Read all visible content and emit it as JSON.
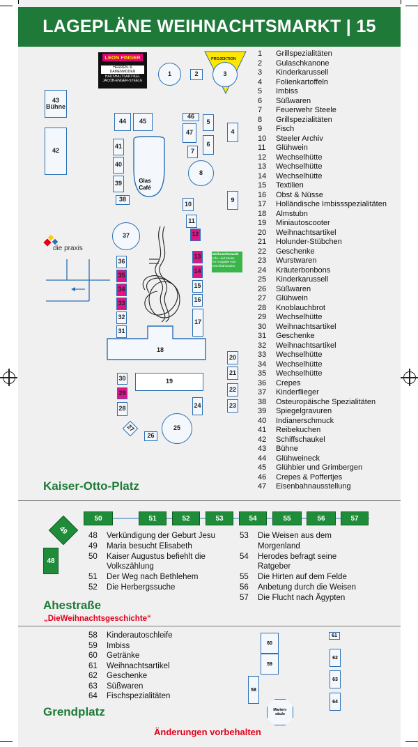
{
  "header": {
    "title": "LAGEPLÄNE WEIHNACHTSMARKT | 15"
  },
  "map": {
    "leon_finger": {
      "title": "LEON FINGER",
      "lines": [
        "HERREN- & DAMENMODEN",
        "HAUSHALTSARTIKEL",
        "JACOB-ENGER-STEELE"
      ]
    },
    "projektion": "PROJEKTION",
    "buehne": "Bühne",
    "glas_cafe": "Glas Café",
    "praxis": "die praxis",
    "info_box": {
      "title": "Weihnachtsmarkt",
      "lines": [
        "Info- und Kasse",
        "für Ausgabe vom",
        "Eisenbahntrains"
      ]
    },
    "place_title": "Kaiser-Otto-Platz",
    "stalls": [
      "1",
      "2",
      "3",
      "4",
      "5",
      "6",
      "7",
      "8",
      "9",
      "10",
      "11",
      "12",
      "13",
      "14",
      "15",
      "16",
      "17",
      "18",
      "19",
      "20",
      "21",
      "22",
      "23",
      "24",
      "25",
      "26",
      "27",
      "28",
      "29",
      "30",
      "31",
      "32",
      "33",
      "34",
      "35",
      "36",
      "37",
      "38",
      "39",
      "40",
      "41",
      "42",
      "43",
      "44",
      "45",
      "46",
      "47"
    ]
  },
  "legend_kaiser": [
    {
      "n": "1",
      "t": "Grillspezialitäten"
    },
    {
      "n": "2",
      "t": "Gulaschkanone"
    },
    {
      "n": "3",
      "t": "Kinderkarussell"
    },
    {
      "n": "4",
      "t": "Folienkartoffeln"
    },
    {
      "n": "5",
      "t": "Imbiss"
    },
    {
      "n": "6",
      "t": "Süßwaren"
    },
    {
      "n": "7",
      "t": "Feuerwehr Steele"
    },
    {
      "n": "8",
      "t": "Grillspezialitäten"
    },
    {
      "n": "9",
      "t": "Fisch"
    },
    {
      "n": "10",
      "t": "Steeler Archiv"
    },
    {
      "n": "11",
      "t": "Glühwein"
    },
    {
      "n": "12",
      "t": "Wechselhütte"
    },
    {
      "n": "13",
      "t": "Wechselhütte"
    },
    {
      "n": "14",
      "t": "Wechselhütte"
    },
    {
      "n": "15",
      "t": "Textilien"
    },
    {
      "n": "16",
      "t": "Obst & Nüsse"
    },
    {
      "n": "17",
      "t": "Holländische Imbissspezialitäten"
    },
    {
      "n": "18",
      "t": "Almstubn"
    },
    {
      "n": "19",
      "t": "Miniautoscooter"
    },
    {
      "n": "20",
      "t": "Weihnachtsartikel"
    },
    {
      "n": "21",
      "t": "Holunder-Stübchen"
    },
    {
      "n": "22",
      "t": "Geschenke"
    },
    {
      "n": "23",
      "t": "Wurstwaren"
    },
    {
      "n": "24",
      "t": "Kräuterbonbons"
    },
    {
      "n": "25",
      "t": "Kinderkarussell"
    },
    {
      "n": "26",
      "t": "Süßwaren"
    },
    {
      "n": "27",
      "t": "Glühwein"
    },
    {
      "n": "28",
      "t": "Knoblauchbrot"
    },
    {
      "n": "29",
      "t": "Wechselhütte"
    },
    {
      "n": "30",
      "t": "Weihnachtsartikel"
    },
    {
      "n": "31",
      "t": "Geschenke"
    },
    {
      "n": "32",
      "t": "Weihnachtsartikel"
    },
    {
      "n": "33",
      "t": "Wechselhütte"
    },
    {
      "n": "34",
      "t": "Wechselhütte"
    },
    {
      "n": "35",
      "t": "Wechselhütte"
    },
    {
      "n": "36",
      "t": "Crepes"
    },
    {
      "n": "37",
      "t": "Kinderflieger"
    },
    {
      "n": "38",
      "t": "Osteuropäische Spezialitäten"
    },
    {
      "n": "39",
      "t": "Spiegelgravuren"
    },
    {
      "n": "40",
      "t": "Indianerschmuck"
    },
    {
      "n": "41",
      "t": "Reibekuchen"
    },
    {
      "n": "42",
      "t": "Schiffschaukel"
    },
    {
      "n": "43",
      "t": "Bühne"
    },
    {
      "n": "44",
      "t": "Glühweineck"
    },
    {
      "n": "45",
      "t": "Glühbier und Grimbergen"
    },
    {
      "n": "46",
      "t": "Crepes & Poffertjes"
    },
    {
      "n": "47",
      "t": "Eisenbahnausstellung"
    }
  ],
  "ahe": {
    "boxes": [
      "48",
      "49",
      "50",
      "51",
      "52",
      "53",
      "54",
      "55",
      "56",
      "57"
    ],
    "legend_left": [
      {
        "n": "48",
        "t": "Verkündigung der Geburt Jesu"
      },
      {
        "n": "49",
        "t": "Maria besucht Elisabeth"
      },
      {
        "n": "50",
        "t": "Kaiser Augustus befiehlt die"
      },
      {
        "n": "",
        "t": "Volkszählung"
      },
      {
        "n": "51",
        "t": "Der Weg nach Bethlehem"
      },
      {
        "n": "52",
        "t": "Die Herbergssuche"
      }
    ],
    "legend_right": [
      {
        "n": "53",
        "t": "Die Weisen aus dem"
      },
      {
        "n": "",
        "t": "Morgenland"
      },
      {
        "n": "54",
        "t": "Herodes befragt seine"
      },
      {
        "n": "",
        "t": "Ratgeber"
      },
      {
        "n": "55",
        "t": "Die Hirten auf dem Felde"
      },
      {
        "n": "56",
        "t": "Anbetung durch die Weisen"
      },
      {
        "n": "57",
        "t": "Die Flucht nach Ägypten"
      }
    ],
    "title": "Ahestraße",
    "subtitle": "„DieWeihnachtsgeschichte“"
  },
  "grend": {
    "legend": [
      {
        "n": "58",
        "t": "Kinderautoschleife"
      },
      {
        "n": "59",
        "t": "Imbiss"
      },
      {
        "n": "60",
        "t": "Getränke"
      },
      {
        "n": "61",
        "t": "Weihnachtsartikel"
      },
      {
        "n": "62",
        "t": "Geschenke"
      },
      {
        "n": "63",
        "t": "Süßwaren"
      },
      {
        "n": "64",
        "t": "Fischspezialitäten"
      }
    ],
    "title": "Grendplatz",
    "marien": "Marien-säule",
    "stalls": [
      "58",
      "59",
      "60",
      "61",
      "62",
      "63",
      "64"
    ]
  },
  "footer": {
    "note": "Änderungen vorbehalten"
  },
  "colors": {
    "green": "#1f7a3a",
    "blue": "#2b6fb5",
    "pink": "#e0148a",
    "red": "#e3001b"
  }
}
